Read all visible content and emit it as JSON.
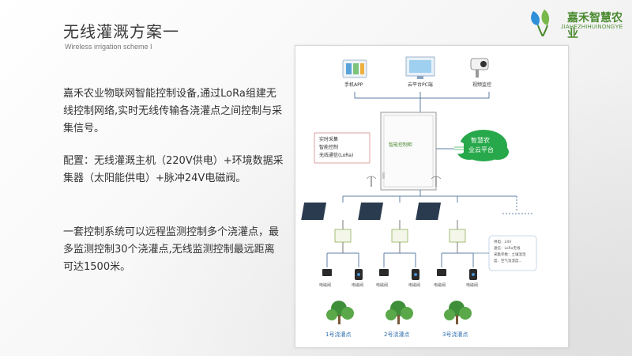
{
  "slide": {
    "title": "无线灌溉方案一",
    "subtitle": "Wireless irrigation scheme I",
    "paragraphs": [
      "嘉禾农业物联网智能控制设备,通过LoRa组建无线控制网络,实时无线传输各浇灌点之间控制与采集信号。",
      "配置：无线灌溉主机（220V供电）+环境数据采集器（太阳能供电）+脉冲24V电磁阀。",
      "一套控制系统可以远程监测控制多个浇灌点，最多监测控制30个浇灌点,无线监测控制最远距离可达1500米。"
    ]
  },
  "logo": {
    "name_cn": "嘉禾智慧农业",
    "name_en": "JIAHEZHIHUINONGYE",
    "accent_color": "#4a8a2f"
  },
  "diagram": {
    "top_devices": [
      "手机APP",
      "云平台PC端",
      "视频监控"
    ],
    "controller": {
      "lines": [
        "实时采集",
        "智能控制",
        "无线通信(LoRa)"
      ],
      "panel_label": "智能控制柜"
    },
    "cloud": {
      "lines": [
        "智慧农",
        "业云平台"
      ]
    },
    "note": [
      "供电：24V",
      "通信：LoRa无线",
      "采集参数：土壤温湿",
      "度、空气温湿度..."
    ],
    "valve_labels": [
      "电磁阀",
      "电磁阀"
    ],
    "points": [
      "1号浇灌点",
      "2号浇灌点",
      "3号浇灌点"
    ],
    "colors": {
      "line": "#5f7fa6",
      "cloud": "#27a84a",
      "tree": "#3f8f3a"
    }
  }
}
